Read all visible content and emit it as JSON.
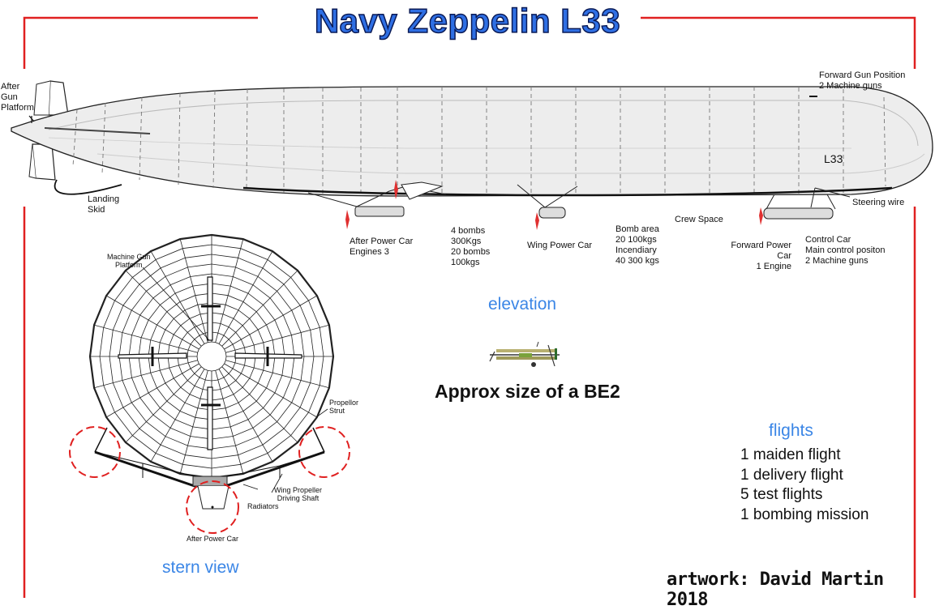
{
  "title": "Navy Zeppelin L33",
  "hull_marking": "L33",
  "labels": {
    "after_gun_platform": "After\nGun\nPlatform",
    "landing_skid": "Landing\nSkid",
    "forward_gun_position": "Forward Gun Position\n2 Machine guns",
    "steering_wire": "Steering wire",
    "after_power_car": "After Power Car\nEngines 3",
    "bombs": "4 bombs\n300Kgs\n20 bombs\n100kgs",
    "wing_power_car": "Wing Power Car",
    "bomb_area": "Bomb area\n20 100kgs\nIncendiary\n40 300 kgs",
    "crew_space": "Crew Space",
    "forward_power_car": "Forward Power Car\n1 Engine",
    "control_car": "Control Car\nMain control positon\n2 Machine guns"
  },
  "stern_labels": {
    "machine_gun_platform": "Machine Gun\nPlatform",
    "propellor_strut": "Propellor\nStrut",
    "wing_propeller_shaft": "Wing Propeller\nDriving Shaft",
    "radiators": "Radiators",
    "after_power_car": "After Power Car"
  },
  "elevation_heading": "elevation",
  "stern_heading": "stern view",
  "scale_caption": "Approx size of a BE2",
  "flights": {
    "heading": "flights",
    "items": [
      "1 maiden flight",
      "1 delivery flight",
      "5 test flights",
      "1 bombing mission"
    ]
  },
  "credit": "artwork: David Martin 2018",
  "colors": {
    "title_fill": "#2f6fe4",
    "heading_blue": "#3b86e6",
    "frame_red": "#e02020",
    "hull_fill": "#ededed",
    "propeller_red": "#e03030"
  }
}
